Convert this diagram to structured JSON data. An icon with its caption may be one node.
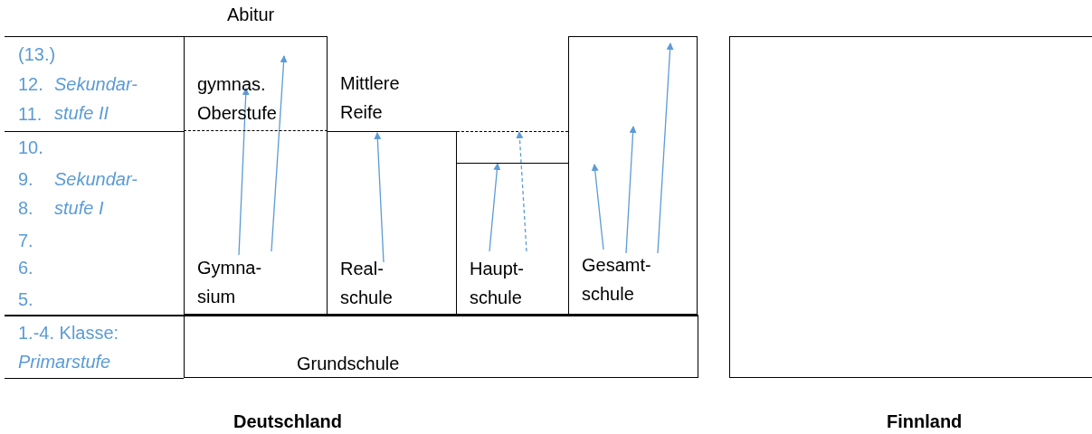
{
  "diagram": {
    "nodes": [
      {
        "text": [
          "Gymna- sium"
        ]
      },
      {
        "text": [
          "gymnas. Oberstufe"
        ],
        "beside": [
          "Abitur"
        ]
      },
      {
        "text": [
          "Real- schule"
        ]
      },
      {
        "text": [
          "Mittlere Reife"
        ]
      },
      {
        "text": [],
        "shape": "box"
      },
      {
        "text": [
          "Haupt- schule"
        ]
      },
      {
        "text": [],
        "shape": "box"
      },
      {
        "text": [
          "Gesamt- schule"
        ],
        "in": 6
      },
      {
        "text": [
          "Grundschule"
        ]
      },
      {
        "text": [],
        "shape": "box",
        "beside": [
          "Finnland"
        ]
      }
    ],
    "edges": [
      {
        "from": 0,
        "to": 1,
        "arrow": "to"
      },
      {
        "from": 0,
        "to": 1,
        "arrow": "to"
      },
      {
        "from": 2,
        "to": 3,
        "arrow": "to"
      },
      {
        "from": 5,
        "to": 4,
        "arrow": "to"
      },
      {
        "from": 5,
        "to": 4,
        "arrow": "to",
        "style": "dashed"
      },
      {
        "from": 7,
        "to": 6,
        "arrow": "to"
      },
      {
        "from": 7,
        "to": 6,
        "arrow": "to"
      },
      {
        "from": 7,
        "to": 6,
        "arrow": "to"
      }
    ],
    "labels": [
      "(13.)",
      "12.",
      "Sekundar- stufe II",
      "11.",
      "10.",
      "9.",
      "Sekundar- stufe I",
      "8.",
      "7.",
      "6.",
      "5.",
      "1.-4. Klasse:",
      "Primarstufe",
      "Deutschland"
    ]
  }
}
